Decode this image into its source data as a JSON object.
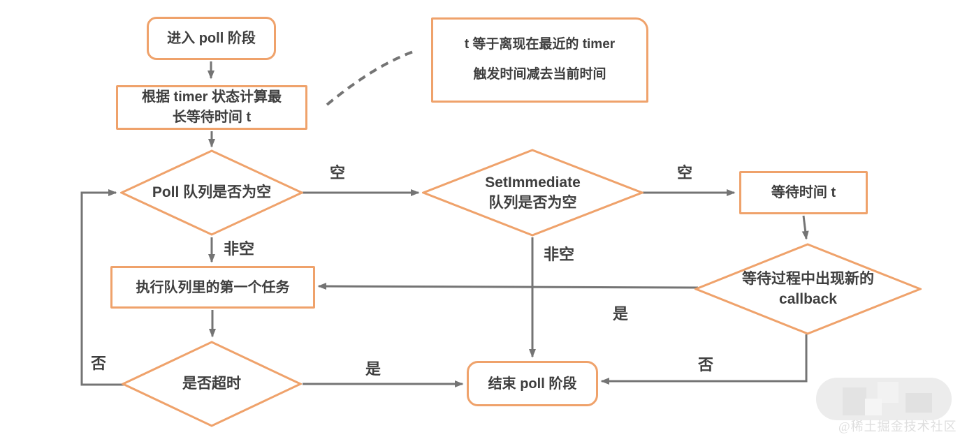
{
  "diagram": {
    "title": "node poll phase flowchart",
    "colors": {
      "accent_orange": "#EFA26B",
      "line_gray": "#747474",
      "text_dark": "#3E3E3E",
      "watermark_gray": "#ECECEC"
    },
    "nodes": {
      "enter_poll": "进入 poll 阶段",
      "calc_wait": "根据 timer 状态计算最\n长等待时间 t",
      "note": "t 等于离现在最近的 timer\n触发时间减去当前时间",
      "poll_empty": "Poll 队列是否为空",
      "setimmediate_empty": "SetImmediate\n队列是否为空",
      "wait_t": "等待时间 t",
      "exec_first": "执行队列里的第一个任务",
      "new_callback": "等待过程中出现新的\ncallback",
      "timeout": "是否超时",
      "end_poll": "结束 poll 阶段"
    },
    "labels": {
      "poll_to_setimmediate": "空",
      "poll_to_exec": "非空",
      "setimmediate_to_wait": "空",
      "setimmediate_to_end": "非空",
      "callback_to_exec": "是",
      "callback_to_end": "否",
      "timeout_to_end": "是",
      "timeout_to_poll": "否"
    },
    "watermark": {
      "text": "@稀土掘金技术社区"
    }
  }
}
